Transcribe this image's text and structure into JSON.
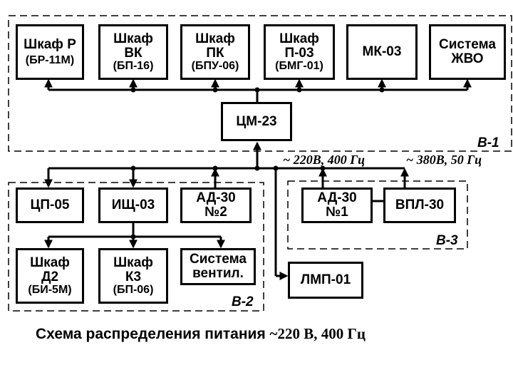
{
  "groups": {
    "v1": "В-1",
    "v2": "В-2",
    "v3": "В-3"
  },
  "nodes": {
    "shkaf_r": {
      "title": "Шкаф Р",
      "sub": "(БР-11М)"
    },
    "shkaf_vk": {
      "l1": "Шкаф",
      "l2": "ВК",
      "sub": "(БП-16)"
    },
    "shkaf_pk": {
      "l1": "Шкаф",
      "l2": "ПК",
      "sub": "(БПУ-06)"
    },
    "shkaf_p03": {
      "l1": "Шкаф",
      "l2": "П-03",
      "sub": "(БМГ-01)"
    },
    "mk03": {
      "title": "МК-03"
    },
    "sistema_zhvo": {
      "l1": "Система",
      "l2": "ЖВО"
    },
    "cm23": {
      "title": "ЦМ-23"
    },
    "cp05": {
      "title": "ЦП-05"
    },
    "ishch03": {
      "title": "ИЩ-03"
    },
    "ad30_2": {
      "l1": "АД-30",
      "l2": "№2"
    },
    "ad30_1": {
      "l1": "АД-30",
      "l2": "№1"
    },
    "vpl30": {
      "title": "ВПЛ-30"
    },
    "shkaf_d2": {
      "l1": "Шкаф",
      "l2": "Д2",
      "sub": "(БИ-5М)"
    },
    "shkaf_k3": {
      "l1": "Шкаф",
      "l2": "К3",
      "sub": "(БП-06)"
    },
    "sistema_ventil": {
      "l1": "Система",
      "l2": "вентил."
    },
    "lmp01": {
      "title": "ЛМП-01"
    }
  },
  "power_labels": {
    "ac220": "~ 220В, 400 Гц",
    "ac380": "~ 380В, 50 Гц"
  },
  "caption": {
    "main": "Схема распределения питания ",
    "serif": "~220 В, 400 Гц"
  }
}
